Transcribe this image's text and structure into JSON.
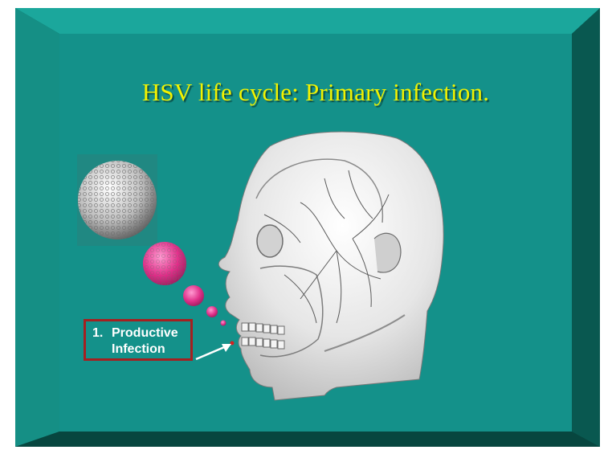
{
  "slide": {
    "title": "HSV life cycle: Primary infection.",
    "label": {
      "number": "1.",
      "line1": "Productive",
      "line2": "Infection"
    }
  },
  "illustration": {
    "subject": "head-anatomy-icon",
    "virus_icon": "virus-particle-icon"
  },
  "colors": {
    "frame": "#0c6e63",
    "panel": "#14918a",
    "title": "#f2f200",
    "label_border": "#a52020",
    "virus_pink": "#e0308a"
  }
}
